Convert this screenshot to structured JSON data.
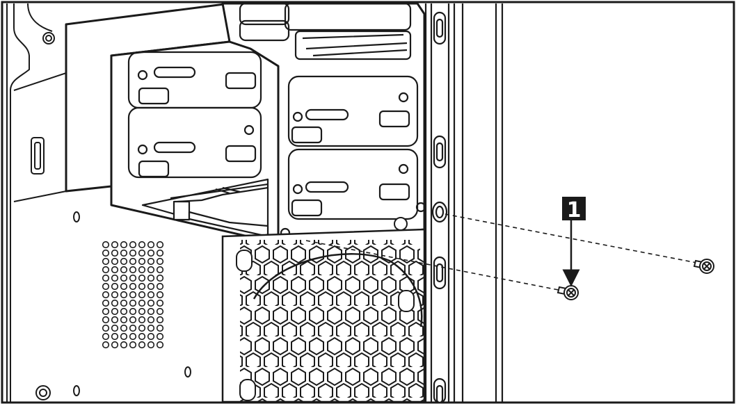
{
  "figure": {
    "colors": {
      "line": "#1a1a1a",
      "background": "#ffffff",
      "callout_fill": "#1a1a1a",
      "callout_text": "#ffffff"
    },
    "callout": {
      "step_number": "1"
    },
    "icons": [
      "screw-icon",
      "drive-cage",
      "fan-grille",
      "chassis-rail",
      "mounting-hole",
      "arrow-down"
    ]
  }
}
